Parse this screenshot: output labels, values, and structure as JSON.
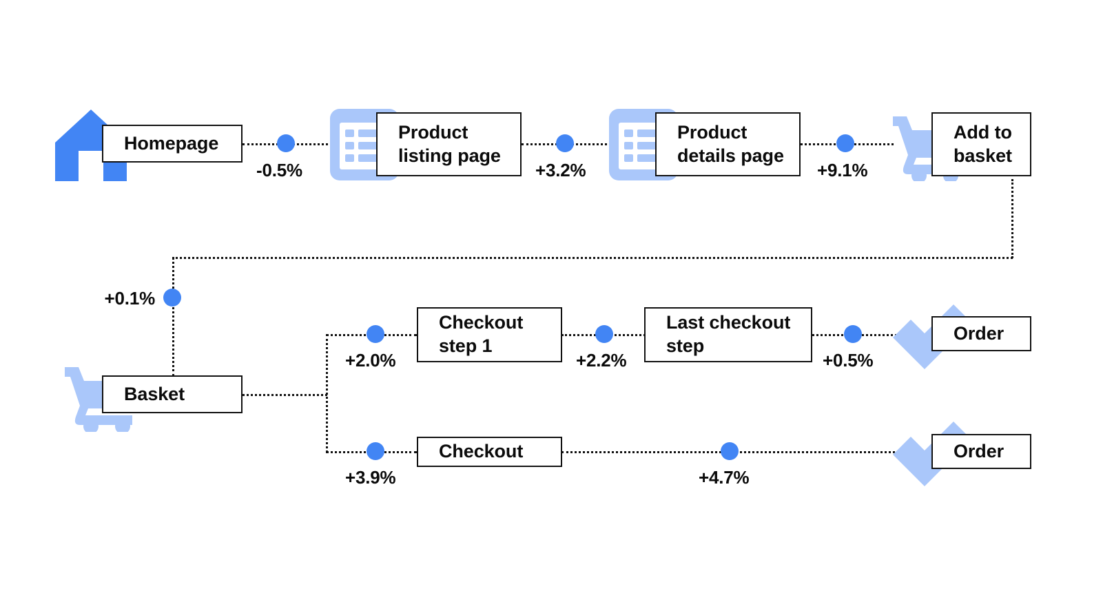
{
  "diagram": {
    "title": "E-commerce funnel step uplift diagram",
    "colors": {
      "dot_blue": "#4285f4",
      "icon_blue_solid": "#4285f4",
      "icon_blue_light": "#aac7fa",
      "line_black": "#111111",
      "box_border": "#111111",
      "background": "#ffffff"
    },
    "nodes": [
      {
        "id": "homepage",
        "label": "Homepage",
        "icon": "house-icon"
      },
      {
        "id": "product-listing",
        "label": "Product\nlisting page",
        "icon": "list-page-icon"
      },
      {
        "id": "product-details",
        "label": "Product\ndetails page",
        "icon": "list-page-icon"
      },
      {
        "id": "add-to-basket",
        "label": "Add to\nbasket",
        "icon": "shopping-cart-icon"
      },
      {
        "id": "basket",
        "label": "Basket",
        "icon": "shopping-cart-icon"
      },
      {
        "id": "checkout-step-1",
        "label": "Checkout\nstep 1",
        "icon": "none"
      },
      {
        "id": "last-checkout",
        "label": "Last checkout\nstep",
        "icon": "none"
      },
      {
        "id": "order-top",
        "label": "Order",
        "icon": "checkmark-icon"
      },
      {
        "id": "checkout",
        "label": "Checkout",
        "icon": "none"
      },
      {
        "id": "order-bottom",
        "label": "Order",
        "icon": "checkmark-icon"
      }
    ],
    "transitions": [
      {
        "id": "t1",
        "from": "homepage",
        "to": "product-listing",
        "delta": "-0.5%"
      },
      {
        "id": "t2",
        "from": "product-listing",
        "to": "product-details",
        "delta": "+3.2%"
      },
      {
        "id": "t3",
        "from": "product-details",
        "to": "add-to-basket",
        "delta": "+9.1%"
      },
      {
        "id": "t4",
        "from": "add-to-basket",
        "to": "basket",
        "delta": "+0.1%"
      },
      {
        "id": "t5",
        "from": "basket",
        "to": "checkout-step-1",
        "delta": "+2.0%"
      },
      {
        "id": "t6",
        "from": "checkout-step-1",
        "to": "last-checkout",
        "delta": "+2.2%"
      },
      {
        "id": "t7",
        "from": "last-checkout",
        "to": "order-top",
        "delta": "+0.5%"
      },
      {
        "id": "t8",
        "from": "basket",
        "to": "checkout",
        "delta": "+3.9%"
      },
      {
        "id": "t9",
        "from": "checkout",
        "to": "order-bottom",
        "delta": "+4.7%"
      }
    ]
  }
}
